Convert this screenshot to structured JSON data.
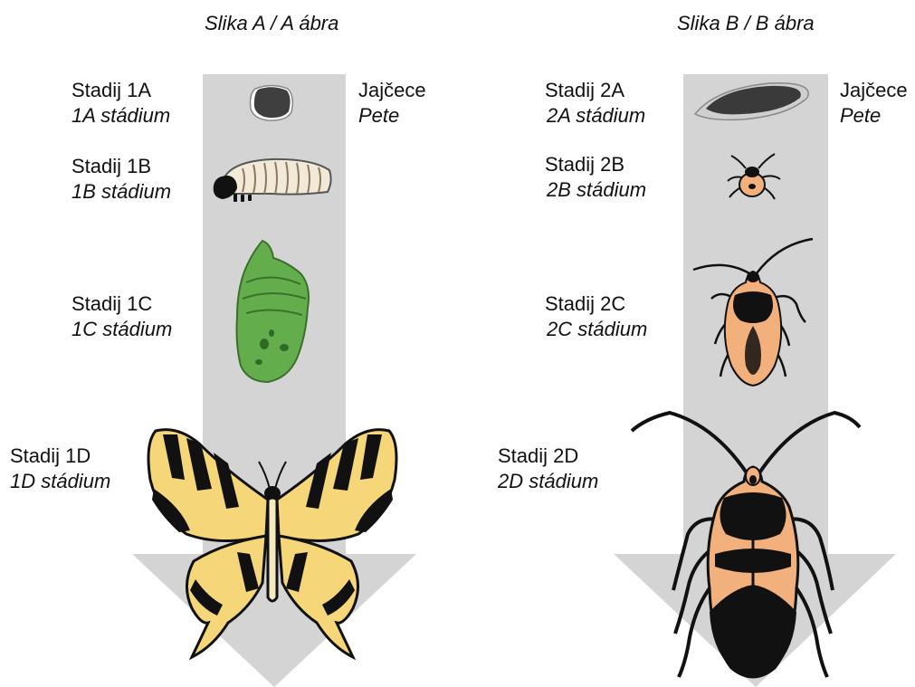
{
  "figure_a": {
    "title": "Slika A / A ábra",
    "side_label": {
      "line1": "Jajčece",
      "line2": "Pete"
    },
    "stages": [
      {
        "line1": "Stadij 1A",
        "line2": "1A stádium"
      },
      {
        "line1": "Stadij 1B",
        "line2": "1B stádium"
      },
      {
        "line1": "Stadij 1C",
        "line2": "1C stádium"
      },
      {
        "line1": "Stadij 1D",
        "line2": "1D stádium"
      }
    ]
  },
  "figure_b": {
    "title": "Slika B / B ábra",
    "side_label": {
      "line1": "Jajčece",
      "line2": "Pete"
    },
    "stages": [
      {
        "line1": "Stadij 2A",
        "line2": "2A stádium"
      },
      {
        "line1": "Stadij 2B",
        "line2": "2B stádium"
      },
      {
        "line1": "Stadij 2C",
        "line2": "2C stádium"
      },
      {
        "line1": "Stadij 2D",
        "line2": "2D stádium"
      }
    ]
  },
  "colors": {
    "arrow": "#d4d4d4",
    "egg_dark": "#3d3d3d",
    "chrysalis_green": "#5faa4a",
    "butterfly_yellow": "#f5d77a",
    "bug_orange": "#f2b07c",
    "insect_black": "#111111"
  },
  "icons": [
    "butterfly-egg-icon",
    "caterpillar-icon",
    "chrysalis-icon",
    "butterfly-icon",
    "bug-egg-icon",
    "bug-nymph-small-icon",
    "bug-nymph-large-icon",
    "adult-bug-icon"
  ]
}
